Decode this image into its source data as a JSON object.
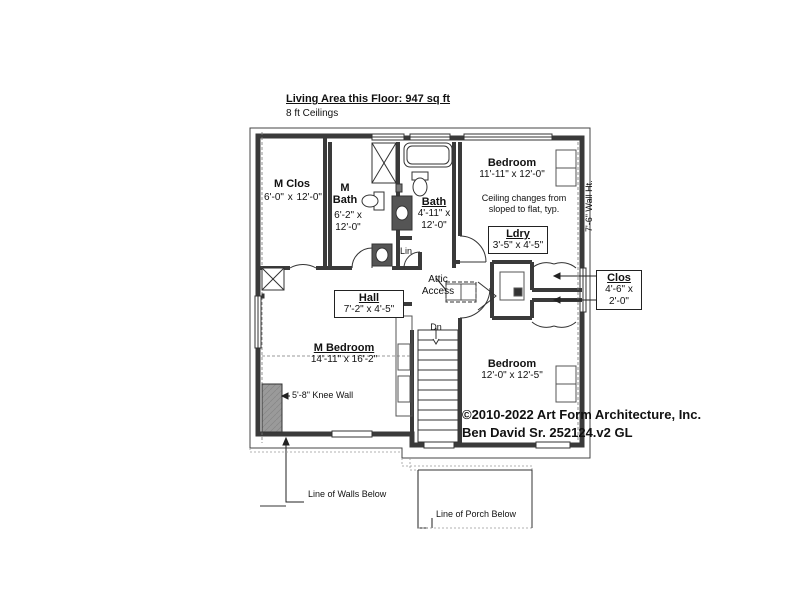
{
  "header": {
    "title": "Living Area this Floor: 947 sq ft",
    "ceilings": "8 ft Ceilings"
  },
  "rooms": {
    "m_clos": {
      "name": "M Clos",
      "size": "6'-0\" x 12'-0\""
    },
    "m_bath": {
      "name_1": "M",
      "name_2": "Bath",
      "size_1": "6'-2\" x",
      "size_2": "12'-0\""
    },
    "bath": {
      "name": "Bath",
      "size_1": "4'-11\" x",
      "size_2": "12'-0\""
    },
    "lin": "Lin",
    "bedroom_ne": {
      "name": "Bedroom",
      "size": "11'-11\" x 12'-0\""
    },
    "ldry": {
      "name": "Ldry",
      "size": "3'-5\" x 4'-5\""
    },
    "clos": {
      "name": "Clos",
      "size_1": "4'-6\" x",
      "size_2": "2'-0\""
    },
    "hall": {
      "name": "Hall",
      "size": "7'-2\" x 4'-5\""
    },
    "m_bedroom": {
      "name": "M Bedroom",
      "size": "14'-11\" x 16'-2\""
    },
    "bedroom_se": {
      "name": "Bedroom",
      "size": "12'-0\" x 12'-5\""
    }
  },
  "notes": {
    "ceiling_change_1": "Ceiling changes from",
    "ceiling_change_2": "sloped to flat, typ.",
    "wall_height": "7'-6\" Wall Ht.",
    "attic_1": "Attic",
    "attic_2": "Access",
    "stair_down": "Dn",
    "knee_wall": "5'-8\" Knee Wall",
    "walls_below": "Line of Walls Below",
    "porch_below": "Line of Porch Below"
  },
  "copyright": {
    "line_1": "©2010-2022 Art Form Architecture, Inc.",
    "line_2": "Ben David Sr. 252124.v2 GL"
  },
  "colors": {
    "wall": "#3a3a3a",
    "line": "#222222",
    "gray_fill": "#9a9a9a",
    "hatch": "#bdbdbd"
  }
}
